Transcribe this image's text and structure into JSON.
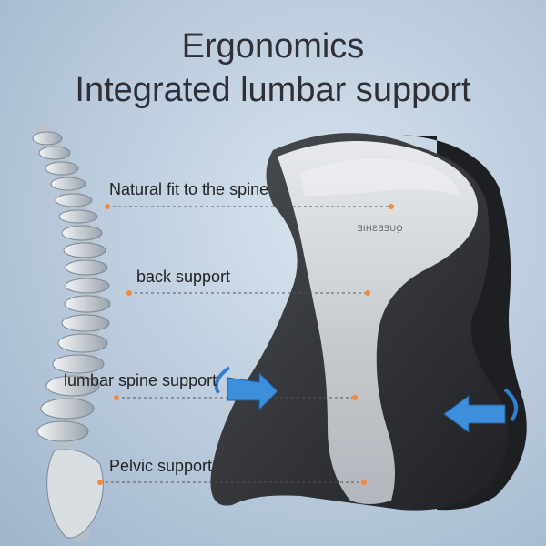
{
  "heading": {
    "line1": "Ergonomics",
    "line2": "Integrated lumbar support"
  },
  "callouts": [
    {
      "label": "Natural fit to the spine"
    },
    {
      "label": "back support"
    },
    {
      "label": "lumbar spine support"
    },
    {
      "label": "Pelvic support"
    }
  ],
  "brand_text": "QUEESHIE",
  "colors": {
    "background": "#b9cadc",
    "dot": "#f08a3c",
    "arrow": "#2f7fd0",
    "pillow_dark": "#2b2d30",
    "pillow_light": "#c9ccd0"
  }
}
